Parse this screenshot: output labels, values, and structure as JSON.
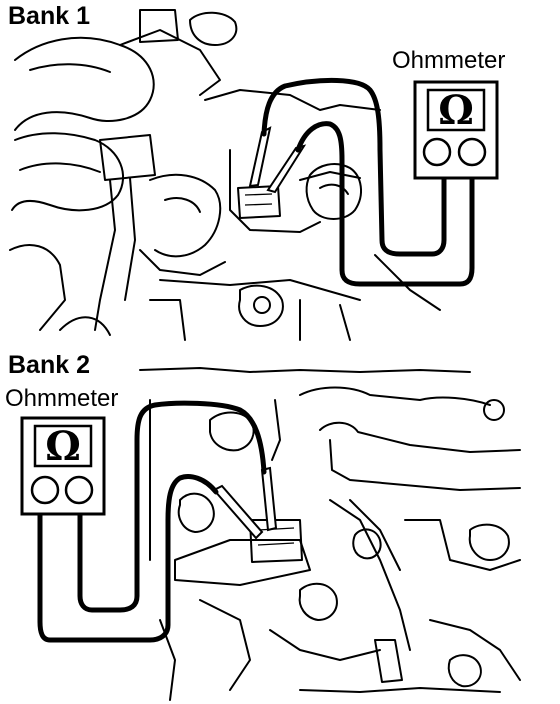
{
  "panels": [
    {
      "title": "Bank 1",
      "meter_label": "Ohmmeter",
      "meter_symbol": "Ω"
    },
    {
      "title": "Bank 2",
      "meter_label": "Ohmmeter",
      "meter_symbol": "Ω"
    }
  ],
  "colors": {
    "line": "#000000",
    "background": "#ffffff"
  }
}
